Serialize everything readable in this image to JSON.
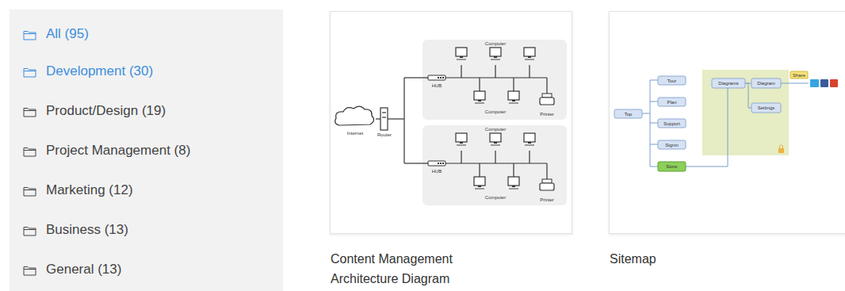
{
  "diagram": {
    "nodes": [
      {
        "text": [
          "All (95)",
          "Development (30)",
          "Product/Design (19)",
          "Project Management (8)",
          "Marketing (12)",
          "Business (13)",
          "General (13)"
        ]
      },
      {
        "text": [
          "Content Management Architecture Diagram"
        ]
      },
      {
        "text": [
          "Sitemap"
        ]
      }
    ],
    "labels": [
      "Computer",
      "HUB",
      "Computer",
      "Printer",
      "Computer",
      "HUB",
      "Computer",
      "Printer",
      "Internet",
      "Router",
      "Top",
      "Tour",
      "Plan",
      "Support",
      "Signin",
      "Store",
      "Diagrams",
      "Diagram",
      "Settings",
      "Share"
    ]
  }
}
